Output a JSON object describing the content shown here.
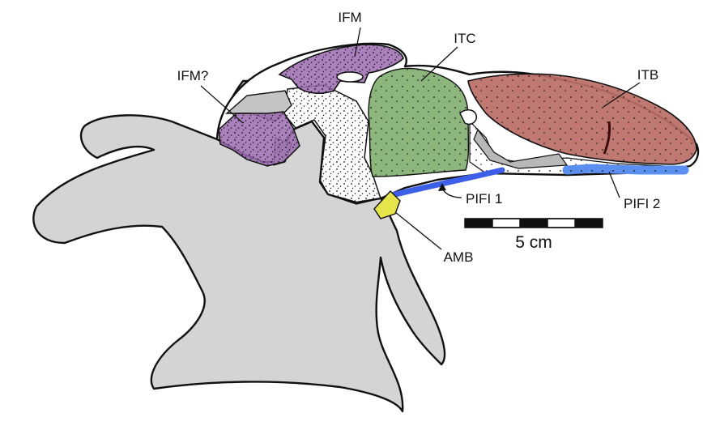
{
  "labels": {
    "ifm": "IFM",
    "ifm_q": "IFM?",
    "itc": "ITC",
    "itb": "ITB",
    "pifi1": "PIFI 1",
    "pifi2": "PIFI 2",
    "amb": "AMB"
  },
  "scale_bar": {
    "label": "5 cm"
  },
  "colors": {
    "bone_gray": "#d4d4d4",
    "ifm_purple": "#9b6bb2",
    "itc_green": "#7fae6e",
    "itb_red": "#bb6e66",
    "pifi_blue": "#3d5fe8",
    "pifi2_blue": "#5a8ff0",
    "amb_yellow": "#e5e44a",
    "outline": "#111111"
  }
}
